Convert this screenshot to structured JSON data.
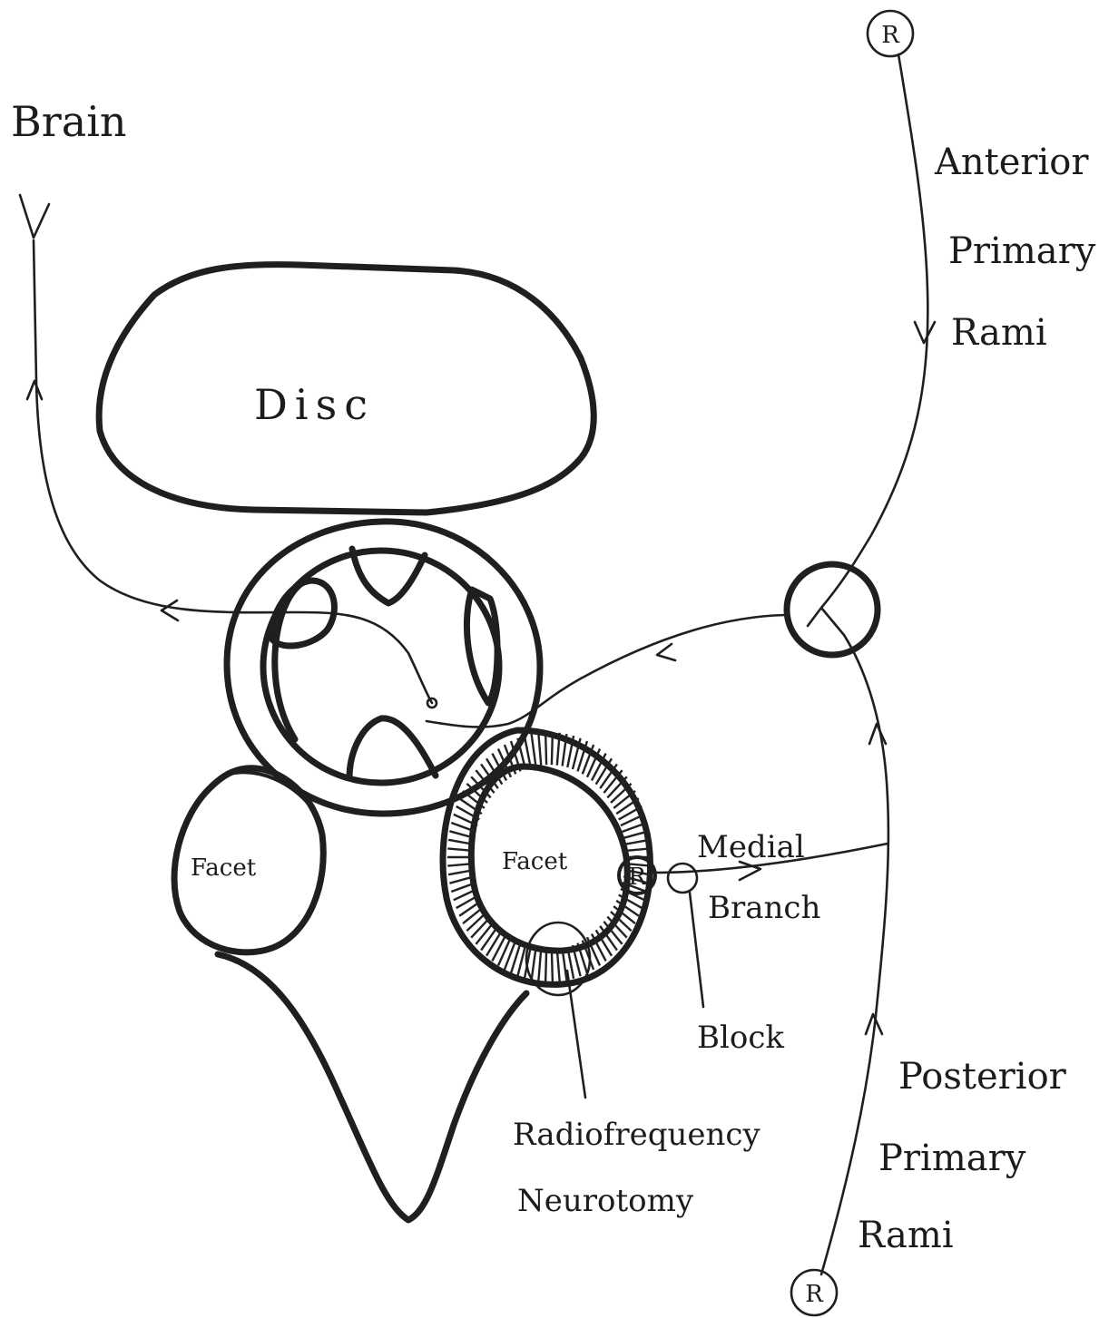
{
  "labels": {
    "brain": "Brain",
    "disc": "Disc",
    "facet_left": "Facet",
    "facet_right": "Facet",
    "anterior": [
      "Anterior",
      "Primary",
      "Rami"
    ],
    "posterior": [
      "Posterior",
      "Primary",
      "Rami"
    ],
    "medial_branch": [
      "Medial",
      "Branch"
    ],
    "block": "Block",
    "rf_neurotomy": [
      "Radiofrequency",
      "Neurotomy"
    ],
    "r_marker": "R"
  }
}
